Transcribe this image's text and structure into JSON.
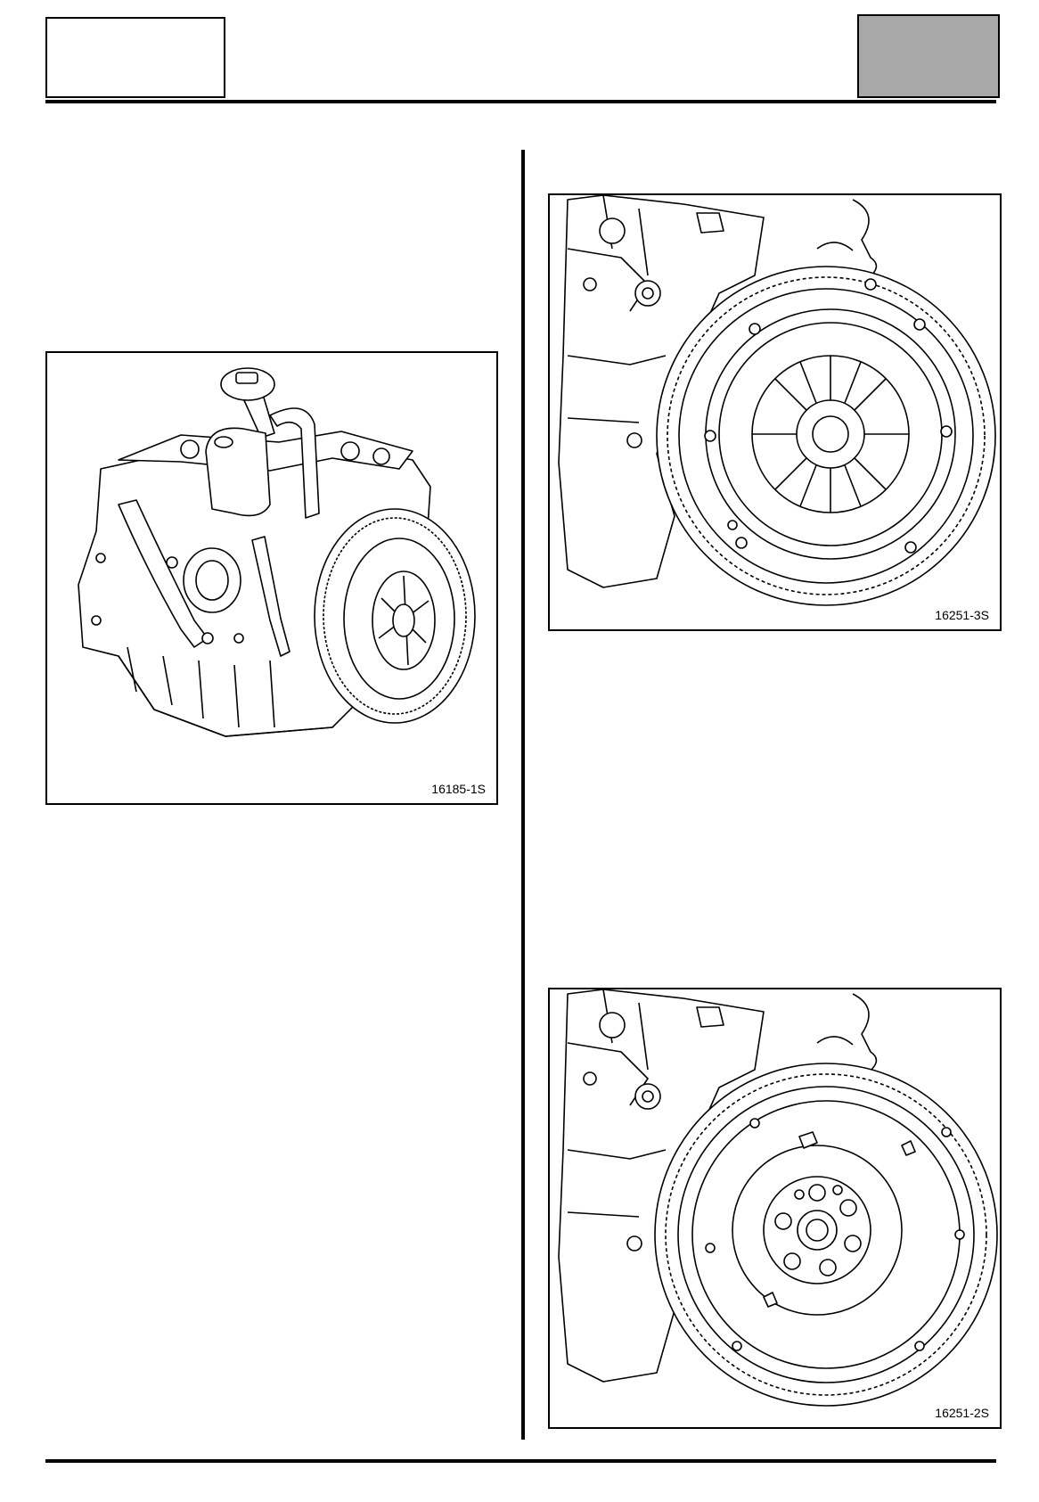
{
  "header": {
    "left_box_text": "",
    "right_box_text": ""
  },
  "figures": [
    {
      "ref": "16185-1S",
      "subject": "engine-block-illustration"
    },
    {
      "ref": "16251-3S",
      "subject": "clutch-and-flywheel-illustration"
    },
    {
      "ref": "16251-2S",
      "subject": "flywheel-illustration"
    }
  ],
  "colors": {
    "header_tab": "#a8a8a8",
    "rule": "#000000"
  }
}
